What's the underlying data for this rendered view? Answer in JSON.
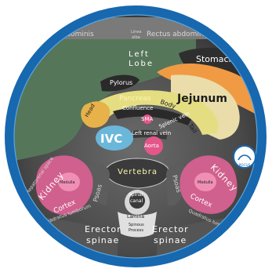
{
  "labels": {
    "rectus_left": "Rectus abdominis",
    "linea_alba_1": "Linea",
    "linea_alba_2": "alba",
    "rectus_right": "Rectus abdominis",
    "left_lobe_1": "Left",
    "left_lobe_2": "Lobe",
    "stomach": "Stomach",
    "pylorus": "Pylorus",
    "pancreas": "Pancreas",
    "body": "Body",
    "tail": "Tail",
    "jejunum": "Jejunum",
    "head": "Head",
    "confluence": "Confluence",
    "sma": "SMA",
    "splenic_vein": "Splenic vein",
    "left_renal_vein": "Left renal vein",
    "ivc": "IVC",
    "aorta": "Aorta",
    "vertebra": "Vertebra",
    "psoas_left": "Psoas",
    "psoas_right": "Psoas",
    "kidney_left": "Kidney",
    "kidney_right": "Kidney",
    "cortex_left": "Cortex",
    "cortex_right": "Cortex",
    "medulla_left": "Medulla",
    "medulla_right": "Medulla",
    "hepatorenal": "Hepatorenal space",
    "quadratus_left": "Quadratus lumborum",
    "quadratus_right": "Quadratus lumborum",
    "spinal_canal_1": "Spinal",
    "spinal_canal_2": "canal",
    "lamina": "Lamina",
    "spinous_1": "Spinous",
    "spinous_2": "Process",
    "erector_left_1": "Erector",
    "erector_left_2": "spinae",
    "erector_right_1": "Erector",
    "erector_right_2": "spinae",
    "logo": "POCUS"
  },
  "colors": {
    "ring": "#1768ae",
    "ring_inner": "#5aa6e0",
    "liver": "#56765a",
    "stomach": "#f09a43",
    "pancreas": "#e4dd82",
    "pancreas_head": "#e8b24a",
    "jejunum": "#eaddaa",
    "ivc": "#6ab7da",
    "aorta": "#e3568a",
    "kidney": "#d0608d",
    "vessel_dark": "#2a2a2a"
  }
}
